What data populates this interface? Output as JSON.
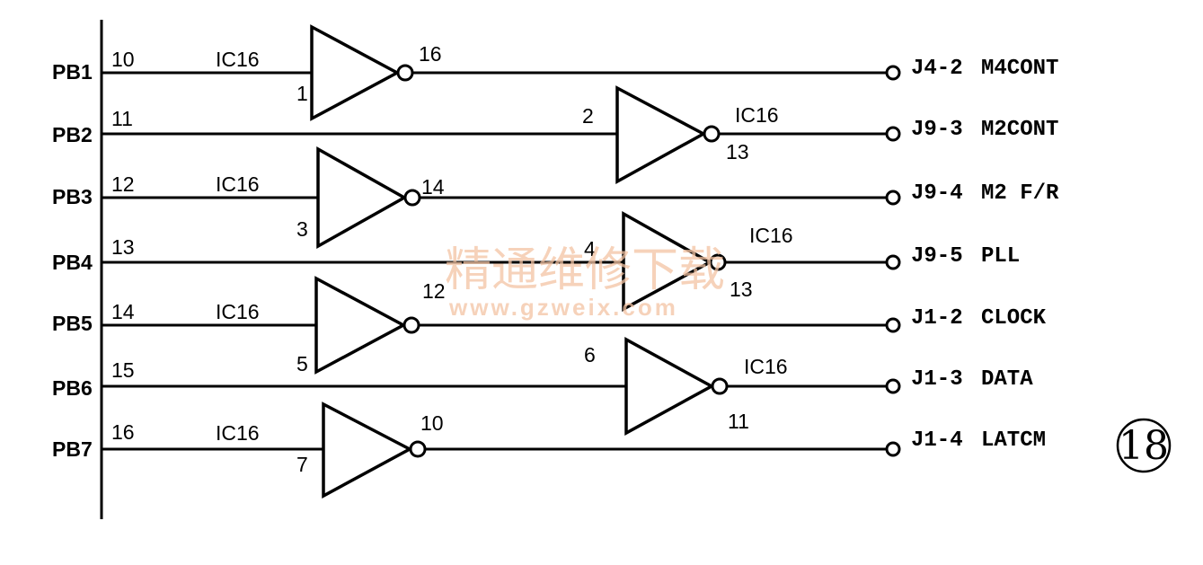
{
  "diagram": {
    "ic_name": "IC16",
    "figure_number": "18",
    "watermark": {
      "title": "精通维修下载",
      "url": "www.gzweix.com"
    },
    "rows": [
      {
        "port": "PB1",
        "line_pin": "10",
        "in_pin": "1",
        "out_pin": "16",
        "ic_label": "IC16",
        "connector": "J4-2",
        "signal": "M4CONT"
      },
      {
        "port": "PB2",
        "line_pin": "11",
        "in_pin": "2",
        "out_pin": "13",
        "ic_label": "IC16",
        "connector": "J9-3",
        "signal": "M2CONT"
      },
      {
        "port": "PB3",
        "line_pin": "12",
        "in_pin": "3",
        "out_pin": "14",
        "ic_label": "IC16",
        "connector": "J9-4",
        "signal": "M2 F/R"
      },
      {
        "port": "PB4",
        "line_pin": "13",
        "in_pin": "4",
        "out_pin": "13",
        "ic_label": "IC16",
        "connector": "J9-5",
        "signal": "PLL"
      },
      {
        "port": "PB5",
        "line_pin": "14",
        "in_pin": "5",
        "out_pin": "12",
        "ic_label": "IC16",
        "connector": "J1-2",
        "signal": "CLOCK"
      },
      {
        "port": "PB6",
        "line_pin": "15",
        "in_pin": "6",
        "out_pin": "11",
        "ic_label": "IC16",
        "connector": "J1-3",
        "signal": "DATA"
      },
      {
        "port": "PB7",
        "line_pin": "16",
        "in_pin": "7",
        "out_pin": "10",
        "ic_label": "IC16",
        "connector": "J1-4",
        "signal": "LATCM"
      }
    ]
  }
}
